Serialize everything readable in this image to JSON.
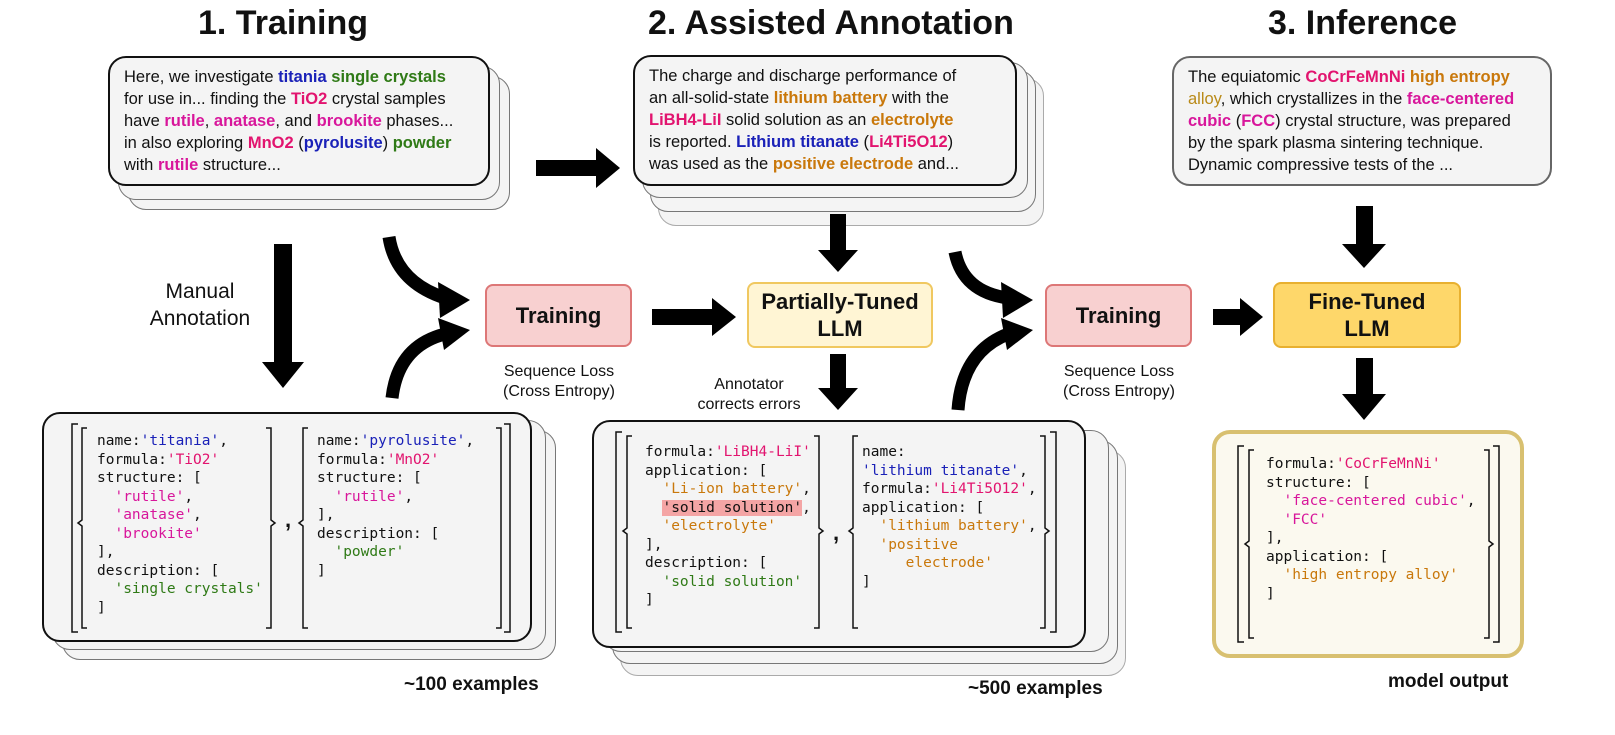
{
  "sections": {
    "training": "1. Training",
    "assisted": "2. Assisted Annotation",
    "inference": "3. Inference"
  },
  "passage1": [
    {
      "t": "Here, we investigate ",
      "s": ""
    },
    {
      "t": "titania",
      "s": "b c-blue"
    },
    {
      "t": " ",
      "s": ""
    },
    {
      "t": "single crystals",
      "s": "b c-green"
    },
    {
      "t": "\nfor use in... finding the ",
      "s": ""
    },
    {
      "t": "TiO2",
      "s": "b c-pink"
    },
    {
      "t": " crystal samples\nhave ",
      "s": ""
    },
    {
      "t": "rutile",
      "s": "b c-mag"
    },
    {
      "t": ", ",
      "s": ""
    },
    {
      "t": "anatase",
      "s": "b c-mag"
    },
    {
      "t": ", and ",
      "s": ""
    },
    {
      "t": "brookite",
      "s": "b c-mag"
    },
    {
      "t": " phases...\nin also exploring ",
      "s": ""
    },
    {
      "t": "MnO2",
      "s": "b c-pink"
    },
    {
      "t": " (",
      "s": ""
    },
    {
      "t": "pyrolusite",
      "s": "b c-blue"
    },
    {
      "t": ") ",
      "s": ""
    },
    {
      "t": "powder",
      "s": "b c-green"
    },
    {
      "t": "\nwith ",
      "s": ""
    },
    {
      "t": "rutile",
      "s": "b c-mag"
    },
    {
      "t": " structure...",
      "s": ""
    }
  ],
  "passage2": [
    {
      "t": "The charge and discharge performance of\nan all-solid-state ",
      "s": ""
    },
    {
      "t": "lithium battery",
      "s": "b c-orange"
    },
    {
      "t": " with the\n",
      "s": ""
    },
    {
      "t": "LiBH4-LiI",
      "s": "b c-pink"
    },
    {
      "t": " solid solution as an ",
      "s": ""
    },
    {
      "t": "electrolyte",
      "s": "b c-orange"
    },
    {
      "t": "\nis reported. ",
      "s": ""
    },
    {
      "t": "Lithium titanate",
      "s": "b c-blue"
    },
    {
      "t": " (",
      "s": ""
    },
    {
      "t": "Li4Ti5O12",
      "s": "b c-pink"
    },
    {
      "t": ")\nwas used as the ",
      "s": ""
    },
    {
      "t": "positive electrode",
      "s": "b c-orange"
    },
    {
      "t": " and...",
      "s": ""
    }
  ],
  "passage3": [
    {
      "t": "The equiatomic ",
      "s": ""
    },
    {
      "t": "CoCrFeMnNi",
      "s": "b c-pink"
    },
    {
      "t": " ",
      "s": ""
    },
    {
      "t": "high entropy",
      "s": "b c-orange"
    },
    {
      "t": "\n",
      "s": ""
    },
    {
      "t": "alloy",
      "s": "c-gold"
    },
    {
      "t": ", which crystallizes in the ",
      "s": ""
    },
    {
      "t": "face-centered",
      "s": "b c-mag"
    },
    {
      "t": "\n",
      "s": ""
    },
    {
      "t": "cubic",
      "s": "b c-mag"
    },
    {
      "t": " (",
      "s": ""
    },
    {
      "t": "FCC",
      "s": "b c-mag"
    },
    {
      "t": ") crystal structure, was prepared\nby the spark plasma sintering technique.\nDynamic compressive tests of the ...",
      "s": ""
    }
  ],
  "code1a": [
    {
      "t": "name:",
      "s": ""
    },
    {
      "t": "'titania'",
      "s": "c-blue"
    },
    {
      "t": ",\nformula:",
      "s": ""
    },
    {
      "t": "'TiO2'",
      "s": "c-pink"
    },
    {
      "t": "\nstructure: [\n  ",
      "s": ""
    },
    {
      "t": "'rutile'",
      "s": "c-mag"
    },
    {
      "t": ",\n  ",
      "s": ""
    },
    {
      "t": "'anatase'",
      "s": "c-mag"
    },
    {
      "t": ",\n  ",
      "s": ""
    },
    {
      "t": "'brookite'",
      "s": "c-mag"
    },
    {
      "t": "\n],\ndescription: [\n  ",
      "s": ""
    },
    {
      "t": "'single crystals'",
      "s": "c-green"
    },
    {
      "t": "\n]",
      "s": ""
    }
  ],
  "code1b": [
    {
      "t": "name:",
      "s": ""
    },
    {
      "t": "'pyrolusite'",
      "s": "c-blue"
    },
    {
      "t": ",\nformula:",
      "s": ""
    },
    {
      "t": "'MnO2'",
      "s": "c-pink"
    },
    {
      "t": "\nstructure: [\n  ",
      "s": ""
    },
    {
      "t": "'rutile'",
      "s": "c-mag"
    },
    {
      "t": ",\n],\ndescription: [\n  ",
      "s": ""
    },
    {
      "t": "'powder'",
      "s": "c-green"
    },
    {
      "t": "\n]",
      "s": ""
    }
  ],
  "code2a": [
    {
      "t": "formula:",
      "s": ""
    },
    {
      "t": "'LiBH4-LiI'",
      "s": "c-pink"
    },
    {
      "t": "\napplication: [\n  ",
      "s": ""
    },
    {
      "t": "'Li-ion battery'",
      "s": "c-orange"
    },
    {
      "t": ",\n  ",
      "s": ""
    },
    {
      "t": "'solid solution'",
      "s": "hl"
    },
    {
      "t": ",\n  ",
      "s": ""
    },
    {
      "t": "'electrolyte'",
      "s": "c-orange"
    },
    {
      "t": "\n],\ndescription: [\n  ",
      "s": ""
    },
    {
      "t": "'solid solution'",
      "s": "c-green"
    },
    {
      "t": "\n]",
      "s": ""
    }
  ],
  "code2b": [
    {
      "t": "name:\n",
      "s": ""
    },
    {
      "t": "'lithium titanate'",
      "s": "c-blue"
    },
    {
      "t": ",\nformula:",
      "s": ""
    },
    {
      "t": "'Li4Ti5O12'",
      "s": "c-pink"
    },
    {
      "t": ",\napplication: [\n  ",
      "s": ""
    },
    {
      "t": "'lithium battery'",
      "s": "c-orange"
    },
    {
      "t": ",\n  ",
      "s": ""
    },
    {
      "t": "'positive\n     electrode'",
      "s": "c-orange"
    },
    {
      "t": "\n]",
      "s": ""
    }
  ],
  "code3": [
    {
      "t": "formula:",
      "s": ""
    },
    {
      "t": "'CoCrFeMnNi'",
      "s": "c-pink"
    },
    {
      "t": "\nstructure: [\n  ",
      "s": ""
    },
    {
      "t": "'face-centered cubic'",
      "s": "c-mag"
    },
    {
      "t": ",\n  ",
      "s": ""
    },
    {
      "t": "'FCC'",
      "s": "c-mag"
    },
    {
      "t": "\n],\napplication: [\n  ",
      "s": ""
    },
    {
      "t": "'high entropy alloy'",
      "s": "c-orange"
    },
    {
      "t": "\n]",
      "s": ""
    }
  ],
  "comma": ",",
  "boxes": {
    "training1": "Training",
    "partially_tuned": "Partially-Tuned\nLLM",
    "training2": "Training",
    "fine_tuned": "Fine-Tuned\nLLM"
  },
  "labels": {
    "manual_annotation": "Manual\nAnnotation",
    "seq_loss1": "Sequence Loss\n(Cross Entropy)",
    "seq_loss2": "Sequence Loss\n(Cross Entropy)",
    "annotator": "Annotator\ncorrects errors",
    "examples100": "~100 examples",
    "examples500": "~500 examples",
    "model_output": "model output"
  },
  "colors": {
    "blue": "#1a21b8",
    "green": "#2f7a16",
    "magenta": "#d8169b",
    "orange": "#c9780b",
    "pink": "#e2146f",
    "training_fill": "#f8d0d0",
    "partial_fill": "#fff5d4",
    "fine_fill": "#fed76a",
    "output_border": "#d8c070"
  }
}
